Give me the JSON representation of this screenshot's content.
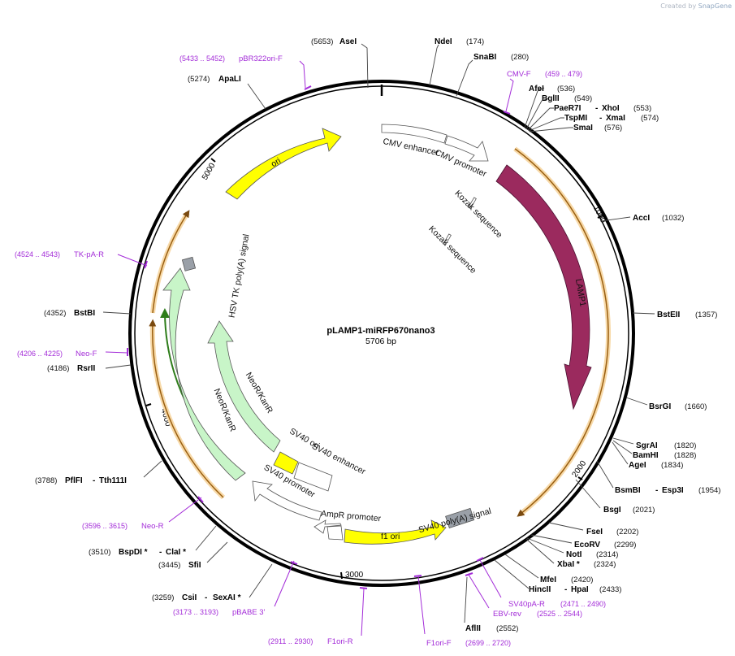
{
  "watermark": {
    "prefix": "Created by",
    "brand": "SnapGene"
  },
  "plasmid": {
    "name": "pLAMP1-miRFP670nano3",
    "size_label": "5706 bp",
    "length": 5706
  },
  "ticks": [
    "1000",
    "2000",
    "3000",
    "4000",
    "5000"
  ],
  "colors": {
    "ori": "#ffff00",
    "lamp1": "#9b2a5e",
    "neo": "#c8f5c8",
    "grey": "#9aa0a8",
    "cds": "#ffffff",
    "primer": "#a32cd8",
    "orf": "#e8a030"
  },
  "features": [
    {
      "label": "ori"
    },
    {
      "label": "CMV enhancer"
    },
    {
      "label": "CMV promoter"
    },
    {
      "label": "Kozak sequence"
    },
    {
      "label": "Kozak sequence"
    },
    {
      "label": "LAMP1"
    },
    {
      "label": "HSV TK poly(A) signal"
    },
    {
      "label": "NeoR/KanR"
    },
    {
      "label": "NeoR/KanR"
    },
    {
      "label": "SV40 ori"
    },
    {
      "label": "SV40 enhancer"
    },
    {
      "label": "SV40 promoter"
    },
    {
      "label": "AmpR promoter"
    },
    {
      "label": "f1 ori"
    },
    {
      "label": "SV40 poly(A) signal"
    }
  ],
  "sites": [
    {
      "name": "AseI",
      "pos": "(5653)"
    },
    {
      "name": "NdeI",
      "pos": "(174)"
    },
    {
      "name": "SnaBI",
      "pos": "(280)"
    },
    {
      "name": "ApaLI",
      "pos": "(5274)"
    },
    {
      "name": "AfeI",
      "pos": "(536)"
    },
    {
      "name": "BglII",
      "pos": "(549)"
    },
    {
      "name": "PaeR7I",
      "name2": "XhoI",
      "pos": "(553)"
    },
    {
      "name": "TspMI",
      "name2": "XmaI",
      "pos": "(574)"
    },
    {
      "name": "SmaI",
      "pos": "(576)"
    },
    {
      "name": "AccI",
      "pos": "(1032)"
    },
    {
      "name": "BstEII",
      "pos": "(1357)"
    },
    {
      "name": "BsrGI",
      "pos": "(1660)"
    },
    {
      "name": "SgrAI",
      "pos": "(1820)"
    },
    {
      "name": "BamHI",
      "pos": "(1828)"
    },
    {
      "name": "AgeI",
      "pos": "(1834)"
    },
    {
      "name": "BsmBI",
      "name2": "Esp3I",
      "pos": "(1954)"
    },
    {
      "name": "BsgI",
      "pos": "(2021)"
    },
    {
      "name": "FseI",
      "pos": "(2202)"
    },
    {
      "name": "EcoRV",
      "pos": "(2299)"
    },
    {
      "name": "NotI",
      "pos": "(2314)"
    },
    {
      "name": "XbaI *",
      "pos": "(2324)"
    },
    {
      "name": "MfeI",
      "pos": "(2420)"
    },
    {
      "name": "HincII",
      "name2": "HpaI",
      "pos": "(2433)"
    },
    {
      "name": "AflII",
      "pos": "(2552)"
    },
    {
      "name": "CsiI",
      "name2": "SexAI *",
      "pos": "(3259)"
    },
    {
      "name": "SfiI",
      "pos": "(3445)"
    },
    {
      "name": "BspDI *",
      "name2": "ClaI *",
      "pos": "(3510)"
    },
    {
      "name": "PflFI",
      "name2": "Tth111I",
      "pos": "(3788)"
    },
    {
      "name": "RsrII",
      "pos": "(4186)"
    },
    {
      "name": "BstBI",
      "pos": "(4352)"
    }
  ],
  "primers": [
    {
      "name": "pBR322ori-F",
      "range": "(5433 .. 5452)"
    },
    {
      "name": "CMV-F",
      "range": "(459 .. 479)"
    },
    {
      "name": "TK-pA-R",
      "range": "(4524 .. 4543)"
    },
    {
      "name": "Neo-F",
      "range": "(4206 .. 4225)"
    },
    {
      "name": "Neo-R",
      "range": "(3596 .. 3615)"
    },
    {
      "name": "pBABE 3'",
      "range": "(3173 .. 3193)"
    },
    {
      "name": "F1ori-R",
      "range": "(2911 .. 2930)"
    },
    {
      "name": "F1ori-F",
      "range": "(2699 .. 2720)"
    },
    {
      "name": "EBV-rev",
      "range": "(2525 .. 2544)"
    },
    {
      "name": "SV40pA-R",
      "range": "(2471 .. 2490)"
    }
  ]
}
